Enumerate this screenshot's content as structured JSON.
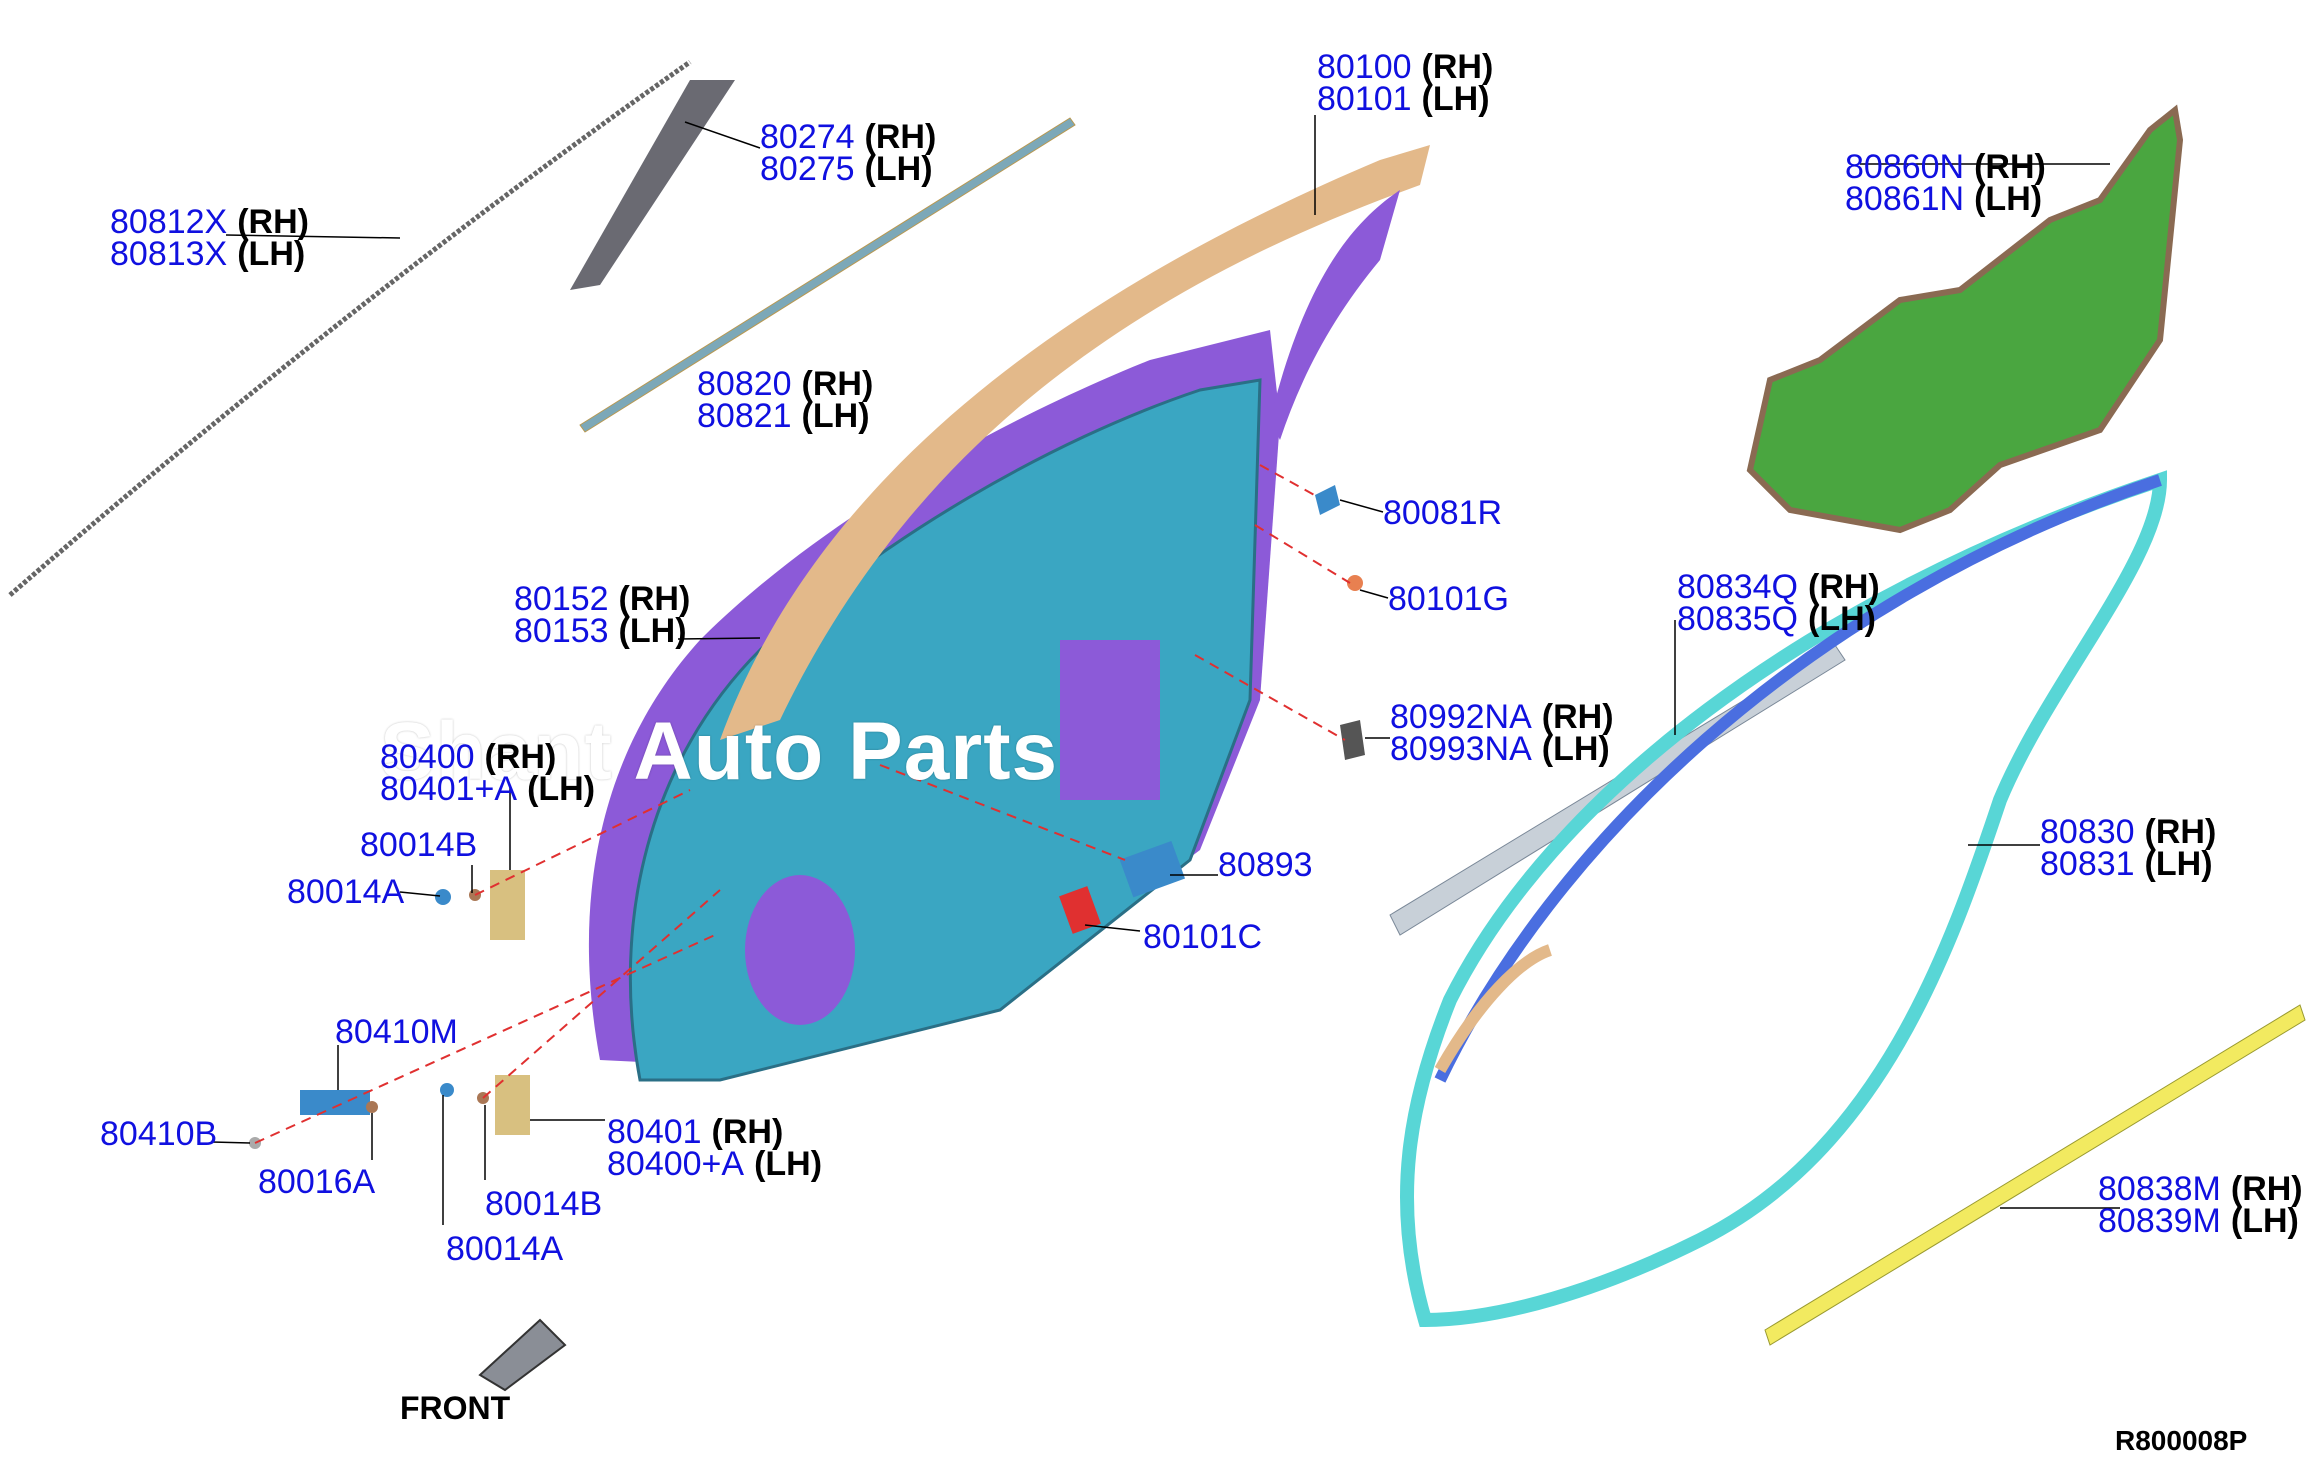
{
  "labels": [
    {
      "id": "l1",
      "rows": [
        {
          "num": "80812X",
          "side": "(RH)"
        },
        {
          "num": "80813X",
          "side": "(LH)"
        }
      ]
    },
    {
      "id": "l2",
      "rows": [
        {
          "num": "80274",
          "side": "(RH)"
        },
        {
          "num": "80275",
          "side": "(LH)"
        }
      ]
    },
    {
      "id": "l3",
      "rows": [
        {
          "num": "80100",
          "side": "(RH)"
        },
        {
          "num": "80101",
          "side": "(LH)"
        }
      ]
    },
    {
      "id": "l4",
      "rows": [
        {
          "num": "80820",
          "side": "(RH)"
        },
        {
          "num": "80821",
          "side": "(LH)"
        }
      ]
    },
    {
      "id": "l5",
      "rows": [
        {
          "num": "80860N",
          "side": "(RH)"
        },
        {
          "num": "80861N",
          "side": "(LH)"
        }
      ]
    },
    {
      "id": "l6",
      "rows": [
        {
          "num": "80081R",
          "side": ""
        }
      ]
    },
    {
      "id": "l7",
      "rows": [
        {
          "num": "80101G",
          "side": ""
        }
      ]
    },
    {
      "id": "l8",
      "rows": [
        {
          "num": "80152",
          "side": "(RH)"
        },
        {
          "num": "80153",
          "side": "(LH)"
        }
      ]
    },
    {
      "id": "l9",
      "rows": [
        {
          "num": "80834Q",
          "side": "(RH)"
        },
        {
          "num": "80835Q",
          "side": "(LH)"
        }
      ]
    },
    {
      "id": "l10",
      "rows": [
        {
          "num": "80992NA",
          "side": "(RH)"
        },
        {
          "num": "80993NA",
          "side": "(LH)"
        }
      ]
    },
    {
      "id": "l11",
      "rows": [
        {
          "num": "80400",
          "side": "(RH)"
        },
        {
          "num": "80401+A",
          "side": "(LH)"
        }
      ]
    },
    {
      "id": "l12",
      "rows": [
        {
          "num": "80014B",
          "side": ""
        }
      ]
    },
    {
      "id": "l13",
      "rows": [
        {
          "num": "80014A",
          "side": ""
        }
      ]
    },
    {
      "id": "l14",
      "rows": [
        {
          "num": "80893",
          "side": ""
        }
      ]
    },
    {
      "id": "l15",
      "rows": [
        {
          "num": "80101C",
          "side": ""
        }
      ]
    },
    {
      "id": "l16",
      "rows": [
        {
          "num": "80830",
          "side": "(RH)"
        },
        {
          "num": "80831",
          "side": "(LH)"
        }
      ]
    },
    {
      "id": "l17",
      "rows": [
        {
          "num": "80410M",
          "side": ""
        }
      ]
    },
    {
      "id": "l18",
      "rows": [
        {
          "num": "80410B",
          "side": ""
        }
      ]
    },
    {
      "id": "l19",
      "rows": [
        {
          "num": "80016A",
          "side": ""
        }
      ]
    },
    {
      "id": "l20",
      "rows": [
        {
          "num": "80401",
          "side": "(RH)"
        },
        {
          "num": "80400+A",
          "side": "(LH)"
        }
      ]
    },
    {
      "id": "l21",
      "rows": [
        {
          "num": "80014B",
          "side": ""
        }
      ]
    },
    {
      "id": "l22",
      "rows": [
        {
          "num": "80014A",
          "side": ""
        }
      ]
    },
    {
      "id": "l23",
      "rows": [
        {
          "num": "80838M",
          "side": "(RH)"
        },
        {
          "num": "80839M",
          "side": "(LH)"
        }
      ]
    }
  ],
  "front_label": "FRONT",
  "diagram_code": "R800008P",
  "watermark": "Shant Auto Parts",
  "colors": {
    "part_number": "#1010e0",
    "door_panel": "#3aa6c2",
    "door_skin": "#8c5ad8",
    "sash": "#e3b98a",
    "insulator": "#4aa640",
    "weatherstrip": "#58d6d6",
    "seal_upper": "#4a6ee0",
    "sill_strip": "#f2ea60",
    "leader_dash": "#e03030"
  }
}
